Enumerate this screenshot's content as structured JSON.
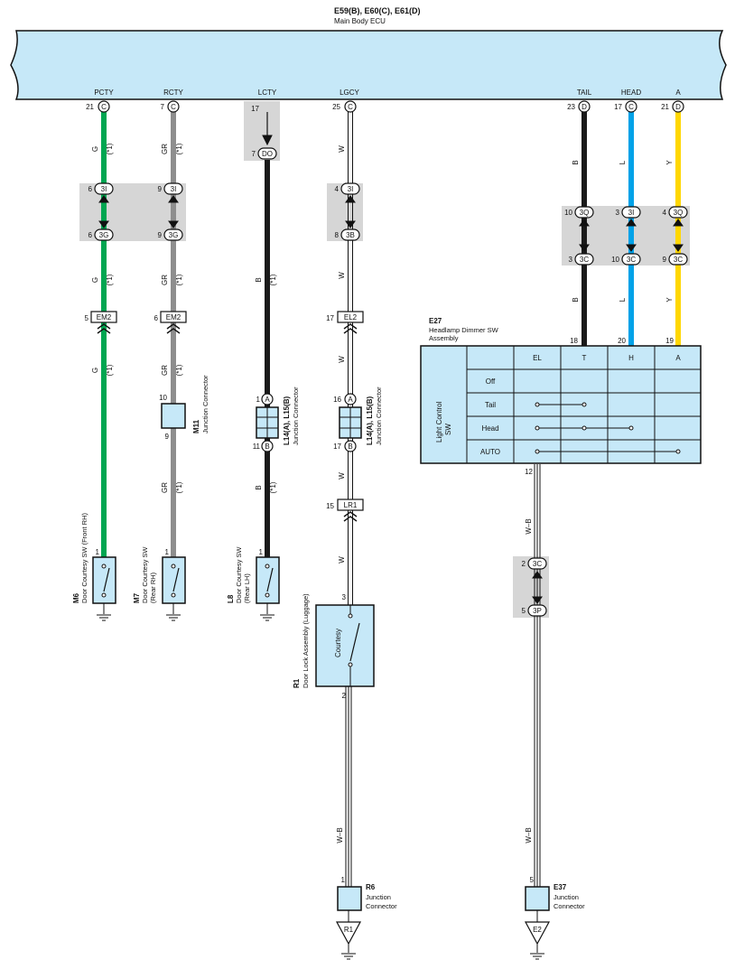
{
  "ecu": {
    "title": "E59(B), E60(C), E61(D)",
    "subtitle": "Main Body ECU",
    "pins": [
      {
        "label": "PCTY",
        "pin": "21",
        "conn": "C"
      },
      {
        "label": "RCTY",
        "pin": "7",
        "conn": "C"
      },
      {
        "label": "LCTY",
        "pin": "17",
        "conn": ""
      },
      {
        "label": "LGCY",
        "pin": "25",
        "conn": "C"
      },
      {
        "label": "TAIL",
        "pin": "23",
        "conn": "D"
      },
      {
        "label": "HEAD",
        "pin": "17",
        "conn": "C"
      },
      {
        "label": "A",
        "pin": "21",
        "conn": "D"
      }
    ]
  },
  "colors": {
    "green": "#00a651",
    "grey": "#8e8e8e",
    "black": "#1a1a1a",
    "blue": "#00a2e8",
    "yellow": "#ffd700",
    "box_fill": "#c6e8f8",
    "shade": "#d6d6d6"
  },
  "wires": {
    "pcty": {
      "color_code": "G",
      "note": "(*1)"
    },
    "rcty": {
      "color_code": "GR",
      "note": "(*1)"
    },
    "lcty": {
      "color_code": "B",
      "note": "(*1)"
    },
    "lgcy": {
      "color_code": "W"
    },
    "tail": {
      "color_code": "B"
    },
    "head": {
      "color_code": "L"
    },
    "a": {
      "color_code": "Y"
    },
    "ground_wire": "W–B"
  },
  "connectors": {
    "c3i_left": {
      "code": "3I",
      "pin_a": "6",
      "pin_b": "9"
    },
    "c3g": {
      "code": "3G",
      "pin_a": "6",
      "pin_b": "9"
    },
    "do": {
      "code": "DO",
      "pin": "7"
    },
    "c3i_lgcy": {
      "code": "3I",
      "pin": "4"
    },
    "c3b": {
      "code": "3B",
      "pin": "8"
    },
    "em2": {
      "code": "EM2",
      "pin_a": "5",
      "pin_b": "6"
    },
    "el2": {
      "code": "EL2",
      "pin": "17"
    },
    "lr1": {
      "code": "LR1",
      "pin": "15"
    },
    "c3q": {
      "code": "3Q",
      "pin_a": "10",
      "pin_b": "4"
    },
    "c3i_head": {
      "code": "3I",
      "pin": "3"
    },
    "c3c_row": {
      "code": "3C",
      "pin_a": "3",
      "pin_b": "10",
      "pin_c": "9"
    },
    "c3c_lower": {
      "code": "3C",
      "pin": "2"
    },
    "c3p": {
      "code": "3P",
      "pin": "5"
    }
  },
  "m11": {
    "id": "M11",
    "name": "Junction Connector",
    "pin_top": "10",
    "pin_bottom": "9"
  },
  "l14_lcty": {
    "id": "L14(A), L15(B)",
    "name": "Junction Connector",
    "pin_top": "1",
    "conn_top": "A",
    "pin_bottom": "11",
    "conn_bottom": "B"
  },
  "l14_lgcy": {
    "id": "L14(A), L15(B)",
    "name": "Junction Connector",
    "pin_top": "16",
    "conn_top": "A",
    "pin_bottom": "17",
    "conn_bottom": "B"
  },
  "switches": {
    "m6": {
      "id": "M6",
      "name": "Door Courtesy SW (Front RH)",
      "pin": "1"
    },
    "m7": {
      "id": "M7",
      "name": "Door Courtesy SW",
      "sub": "(Rear RH)",
      "pin": "1"
    },
    "l8": {
      "id": "L8",
      "name": "Door Courtesy SW",
      "sub": "(Rear LH)",
      "pin": "1"
    }
  },
  "r1": {
    "id": "R1",
    "name": "Door Lock Assembly (Luggage)",
    "inner": "Courtesy",
    "pin_top": "3",
    "pin_bottom": "2"
  },
  "e27": {
    "id": "E27",
    "name": "Headlamp Dimmer SW",
    "name2": "Assembly",
    "pins": [
      "18",
      "20",
      "19"
    ],
    "side_label_1": "Light Control",
    "side_label_2": "SW",
    "columns": [
      "EL",
      "T",
      "H",
      "A"
    ],
    "rows": [
      "Off",
      "Tail",
      "Head",
      "AUTO"
    ],
    "out_pin": "12"
  },
  "r6": {
    "id": "R6",
    "name": "Junction",
    "name2": "Connector",
    "pin": "1"
  },
  "e37": {
    "id": "E37",
    "name": "Junction",
    "name2": "Connector",
    "pin": "5"
  },
  "grounds": {
    "r1": "R1",
    "e2": "E2"
  }
}
